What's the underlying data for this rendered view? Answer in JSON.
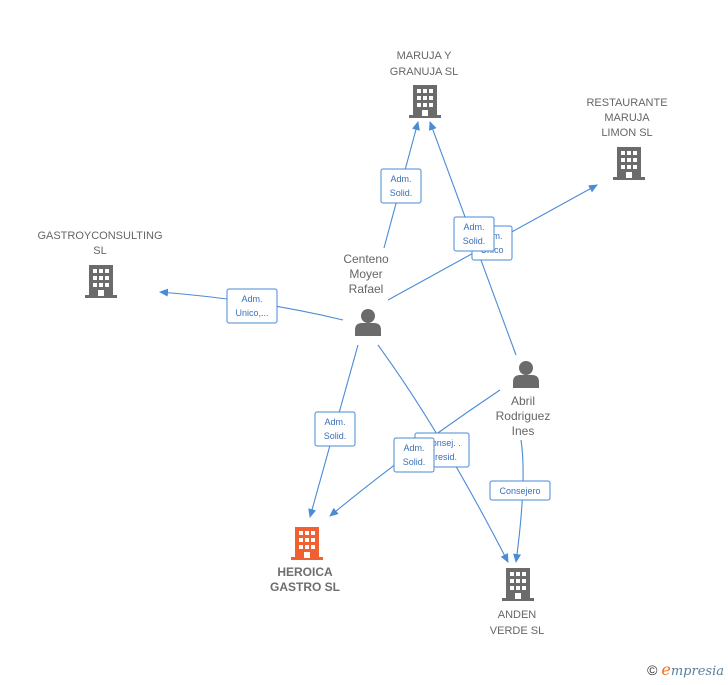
{
  "companies": {
    "maruja": {
      "line1": "MARUJA Y",
      "line2": "GRANUJA  SL"
    },
    "restaurante": {
      "line1": "RESTAURANTE",
      "line2": "MARUJA",
      "line3": "LIMON SL"
    },
    "gastroy": {
      "line1": "GASTROYCONSULTING",
      "line2": "SL"
    },
    "heroica": {
      "line1": "HEROICA",
      "line2": "GASTRO  SL"
    },
    "anden": {
      "line1": "ANDEN",
      "line2": "VERDE  SL"
    }
  },
  "persons": {
    "centeno": {
      "line1": "Centeno",
      "line2": "Moyer",
      "line3": "Rafael"
    },
    "abril": {
      "line1": "Abril",
      "line2": "Rodriguez",
      "line3": "Ines"
    }
  },
  "badges": {
    "centeno_maruja": {
      "line1": "Adm.",
      "line2": "Solid."
    },
    "abril_maruja": {
      "line1": "Adm.",
      "line2": "Solid."
    },
    "centeno_restaurante": {
      "line1": "Adm.",
      "line2": "Unico"
    },
    "centeno_gastroy": {
      "line1": "Adm.",
      "line2": "Unico,..."
    },
    "centeno_heroica": {
      "line1": "Adm.",
      "line2": "Solid."
    },
    "centeno_anden": {
      "line1": "Consej. .",
      "line2": "Presid."
    },
    "abril_heroica": {
      "line1": "Adm.",
      "line2": "Solid."
    },
    "abril_anden": {
      "line1": "Consejero"
    }
  },
  "icons": {
    "company": "building-icon",
    "person": "person-icon"
  },
  "colors": {
    "edge": "#4a8bd6",
    "company": "#6b6b6b",
    "focus_company": "#f06030",
    "person": "#6b6b6b"
  },
  "footer": {
    "copyright": "©",
    "brand_initial": "e",
    "brand_rest": "mpresia"
  }
}
